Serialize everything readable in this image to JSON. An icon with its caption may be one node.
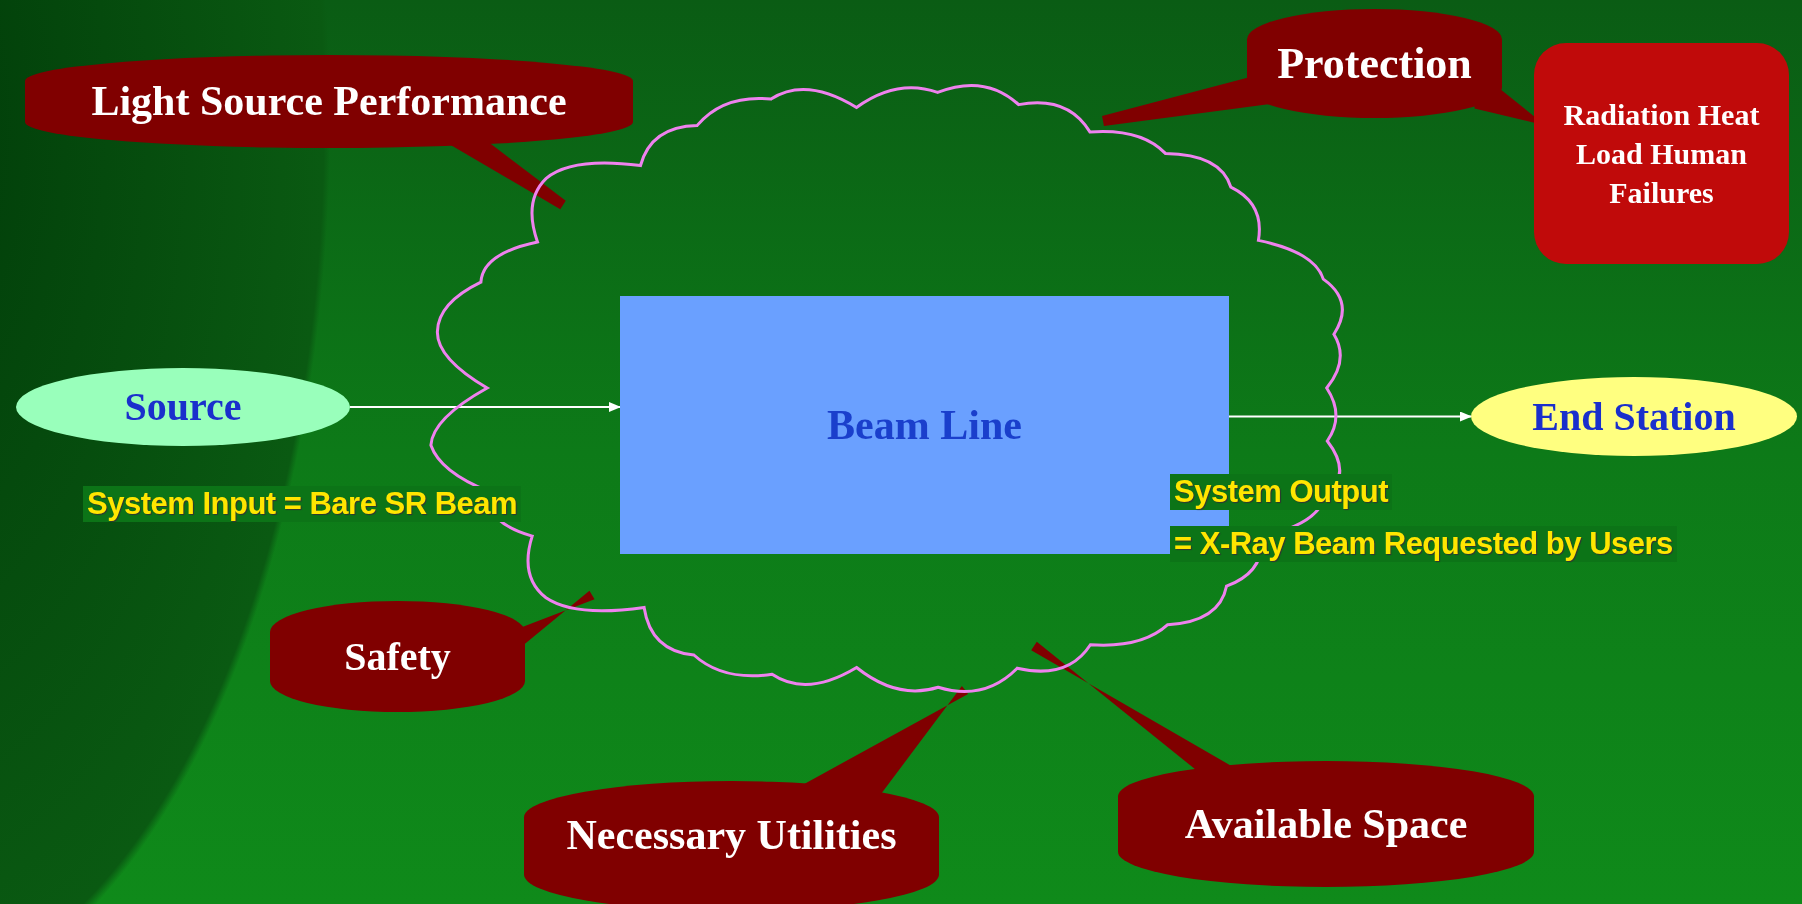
{
  "diagram": {
    "nodes": [
      {
        "text": [
          "Light Source Performance"
        ]
      },
      {
        "text": [
          "Protection"
        ]
      },
      {
        "text": [
          "Radiation Heat Load Human Failures"
        ]
      },
      {
        "text": [],
        "shape": "cloud"
      },
      {
        "text": [
          "Source"
        ]
      },
      {
        "text": [
          "Beam Line"
        ],
        "in": 3
      },
      {
        "text": [
          "End Station"
        ]
      },
      {
        "text": [
          "Safety"
        ]
      },
      {
        "text": [
          "Necessary Utilities"
        ]
      },
      {
        "text": [
          "Available Space"
        ]
      }
    ],
    "edges": [
      {
        "from": 0,
        "to": 3,
        "arrow": "none"
      },
      {
        "from": 1,
        "to": 3,
        "arrow": "none"
      },
      {
        "from": 1,
        "to": 2,
        "arrow": "to"
      },
      {
        "from": 4,
        "to": 5,
        "arrow": "to",
        "color": "#ffffff"
      },
      {
        "from": 5,
        "to": 6,
        "arrow": "to",
        "color": "#ffffff"
      },
      {
        "from": 7,
        "to": 3,
        "arrow": "none"
      },
      {
        "from": 8,
        "to": 3,
        "arrow": "none"
      },
      {
        "from": 9,
        "to": 3,
        "arrow": "none"
      }
    ],
    "labels": [
      "System Input = Bare SR Beam",
      "System Output",
      "= X-Ray Beam Requested by Users"
    ]
  }
}
